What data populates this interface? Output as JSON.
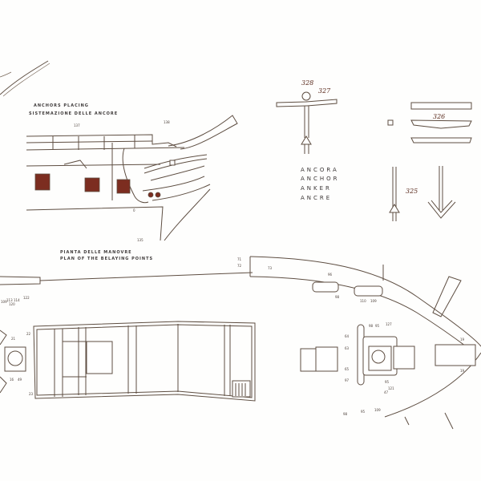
{
  "anchors_placing": {
    "title_en": "ANCHORS PLACING",
    "title_it": "SISTEMAZIONE DELLE ANCORE",
    "labels": [
      "137",
      "138",
      "135",
      "0"
    ]
  },
  "belaying_plan": {
    "title_it": "PIANTA DELLE MANOVRE",
    "title_en": "PLAN OF THE BELAYING POINTS",
    "labels": [
      "71",
      "72",
      "73",
      "96",
      "98",
      "110",
      "109",
      "64",
      "63",
      "65",
      "97",
      "98",
      "95",
      "127",
      "95",
      "121",
      "47",
      "19",
      "19",
      "98",
      "95",
      "109",
      "22",
      "23",
      "21",
      "16",
      "49",
      "109",
      "113",
      "114",
      "122",
      "120"
    ]
  },
  "anchor_detail": {
    "part_328": "328",
    "part_327": "327",
    "part_326": "326",
    "part_325": "325",
    "names": [
      "ANCORA",
      "ANCHOR",
      "ANKER",
      "ANCRE"
    ]
  },
  "colors": {
    "line": "#5e4e42",
    "fill_red": "#7c2d20",
    "ref_numbers": "#5a2a1c"
  }
}
